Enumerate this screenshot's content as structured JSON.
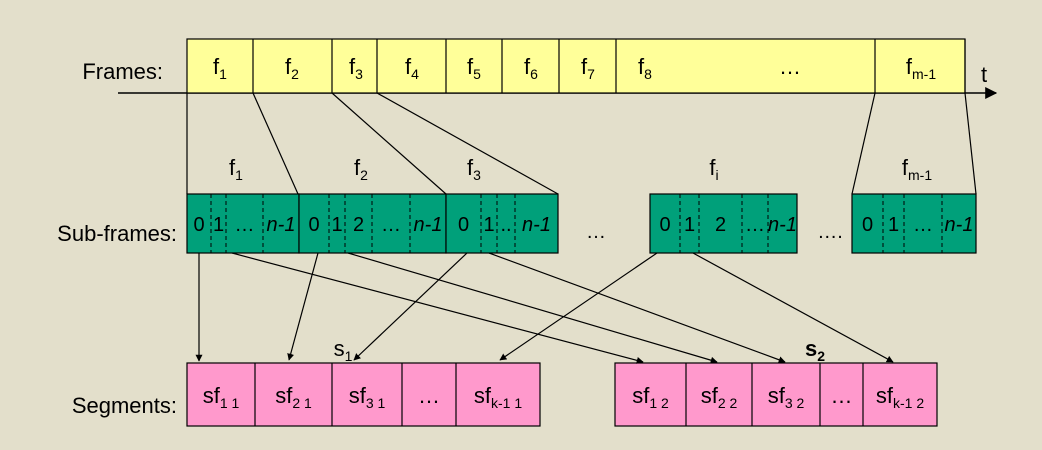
{
  "colors": {
    "background": "#e3dfcb",
    "frame_fill": "#ffff99",
    "subframe_fill": "#00a07a",
    "segment_fill": "#ff99cc",
    "line": "#000000"
  },
  "labels": {
    "frames": "Frames:",
    "subframes": "Sub-frames:",
    "segments": "Segments:",
    "time": "t"
  },
  "frames": [
    {
      "base": "f",
      "sub": "1"
    },
    {
      "base": "f",
      "sub": "2"
    },
    {
      "base": "f",
      "sub": "3"
    },
    {
      "base": "f",
      "sub": "4"
    },
    {
      "base": "f",
      "sub": "5"
    },
    {
      "base": "f",
      "sub": "6"
    },
    {
      "base": "f",
      "sub": "7"
    },
    {
      "base": "f",
      "sub": "8"
    },
    {
      "base": "…",
      "sub": ""
    },
    {
      "base": "f",
      "sub": "m-1"
    }
  ],
  "subframe_groups": [
    {
      "label": {
        "base": "f",
        "sub": "1"
      },
      "cells": [
        "0",
        "1",
        "…",
        "n-1"
      ]
    },
    {
      "label": {
        "base": "f",
        "sub": "2"
      },
      "cells": [
        "0",
        "1",
        "2",
        "…",
        "n-1"
      ]
    },
    {
      "label": {
        "base": "f",
        "sub": "3"
      },
      "cells": [
        "0",
        "1",
        "..",
        "n-1"
      ]
    },
    {
      "label": {
        "base": "f",
        "sub": "i"
      },
      "cells": [
        "0",
        "1",
        "2",
        "…",
        "n-1"
      ]
    },
    {
      "label": {
        "base": "f",
        "sub": "m-1"
      },
      "cells": [
        "0",
        "1",
        "…",
        "n-1"
      ]
    }
  ],
  "subframe_gaps": [
    "…",
    "…."
  ],
  "segment_groups": [
    {
      "label": {
        "base": "s",
        "sub": "1"
      },
      "cells": [
        {
          "base": "sf",
          "sub": "1 1"
        },
        {
          "base": "sf",
          "sub": "2 1"
        },
        {
          "base": "sf",
          "sub": "3 1"
        },
        {
          "base": "…",
          "sub": ""
        },
        {
          "base": "sf",
          "sub": "k-1 1"
        }
      ]
    },
    {
      "label": {
        "base": "s",
        "sub": "2"
      },
      "cells": [
        {
          "base": "sf",
          "sub": "1 2"
        },
        {
          "base": "sf",
          "sub": "2 2"
        },
        {
          "base": "sf",
          "sub": "3 2"
        },
        {
          "base": "…",
          "sub": ""
        },
        {
          "base": "sf",
          "sub": "k-1 2"
        }
      ]
    }
  ]
}
